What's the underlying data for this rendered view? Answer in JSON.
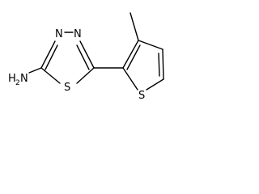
{
  "structure": {
    "atoms": {
      "n3": "N",
      "n4": "N",
      "s1": "S",
      "amine_h": "H",
      "amine_sub": "2",
      "amine_n": "N",
      "thiophene_s": "S"
    }
  }
}
